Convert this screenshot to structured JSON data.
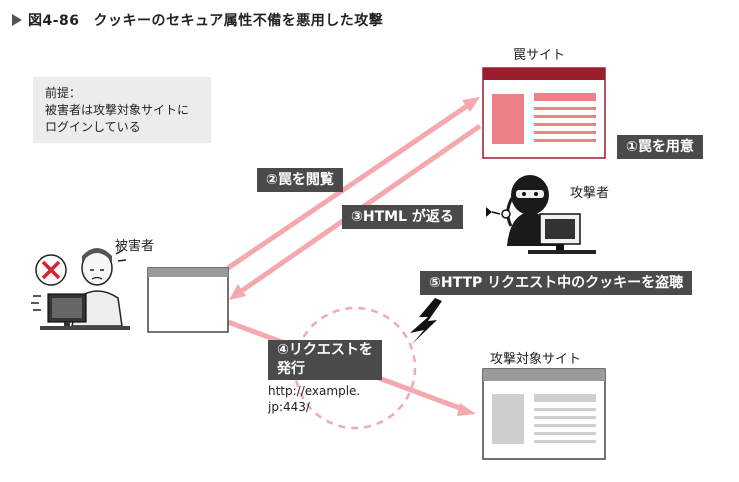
{
  "figure": {
    "number": "図4-86",
    "title": "クッキーのセキュア属性不備を悪用した攻撃"
  },
  "note": {
    "line1": "前提：",
    "line2": "被害者は攻撃対象サイトに",
    "line3": "ログインしている"
  },
  "actors": {
    "victim": "被害者",
    "attacker": "攻撃者",
    "trap_site": "罠サイト",
    "target_site": "攻撃対象サイト"
  },
  "steps": {
    "step1": "①罠を用意",
    "step2": "②罠を閲覧",
    "step3": "③HTML が返る",
    "step4_line1": "④リクエストを",
    "step4_line2": "発行",
    "step5": "⑤HTTP リクエスト中のクッキーを盗聴"
  },
  "request_url": {
    "line1": "http://example.",
    "line2": "jp:443/"
  },
  "colors": {
    "arrow": "#f4a9af",
    "trap_accent": "#9b1c2c",
    "trap_content": "#ee8088",
    "dark_label": "#4a4a4a",
    "mistake_mark": "#d8242e"
  }
}
